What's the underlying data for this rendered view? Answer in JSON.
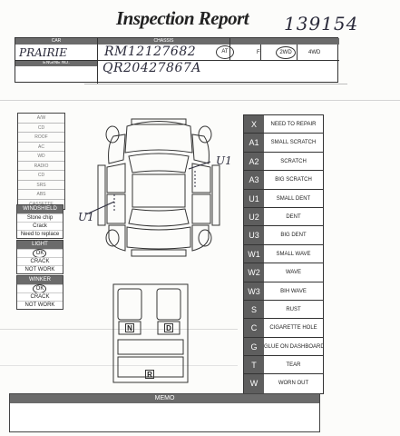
{
  "title": "Inspection Report",
  "stock_number": "139154",
  "header": {
    "car_label": "CAR",
    "car_value": "PRAIRIE",
    "chassis_label": "CHASSIS",
    "chassis_value": "RM12127682",
    "engine_label": "ENGINE NO.",
    "engine_value": "QR20427867A",
    "at_label": "AT",
    "f_label": "F",
    "two_wd_label": "2WD",
    "four_wd_label": "4WD"
  },
  "left_labels": [
    "A/W",
    "CD",
    "ROOF",
    "AC",
    "WD",
    "RADIO",
    "CD",
    "SRS",
    "ABS",
    "CASSETTE"
  ],
  "windshield": {
    "header": "WINDSHIELD",
    "rows": [
      "Stone chip",
      "Crack",
      "Need to replace"
    ]
  },
  "light": {
    "header": "LIGHT",
    "ok": "OK",
    "rows": [
      "CRACK",
      "NOT WORK"
    ]
  },
  "winker": {
    "header": "WINKER",
    "ok": "OK",
    "rows": [
      "CRACK",
      "NOT WORK"
    ]
  },
  "annotations": {
    "right": "U1",
    "left": "U1"
  },
  "seat_labels": {
    "n": "N",
    "d": "D",
    "r": "R"
  },
  "codes": [
    {
      "code": "X",
      "desc": "NEED TO REPAIR"
    },
    {
      "code": "A1",
      "desc": "SMALL SCRATCH"
    },
    {
      "code": "A2",
      "desc": "SCRATCH"
    },
    {
      "code": "A3",
      "desc": "BIG SCRATCH"
    },
    {
      "code": "U1",
      "desc": "SMALL DENT"
    },
    {
      "code": "U2",
      "desc": "DENT"
    },
    {
      "code": "U3",
      "desc": "BIG DENT"
    },
    {
      "code": "W1",
      "desc": "SMALL WAVE"
    },
    {
      "code": "W2",
      "desc": "WAVE"
    },
    {
      "code": "W3",
      "desc": "BIH WAVE"
    },
    {
      "code": "S",
      "desc": "RUST"
    },
    {
      "code": "C",
      "desc": "CIGARETTE HOLE"
    },
    {
      "code": "G",
      "desc": "GLUE ON DASHBOARD"
    },
    {
      "code": "T",
      "desc": "TEAR"
    },
    {
      "code": "W",
      "desc": "WORN OUT"
    }
  ],
  "memo_label": "MEMO"
}
